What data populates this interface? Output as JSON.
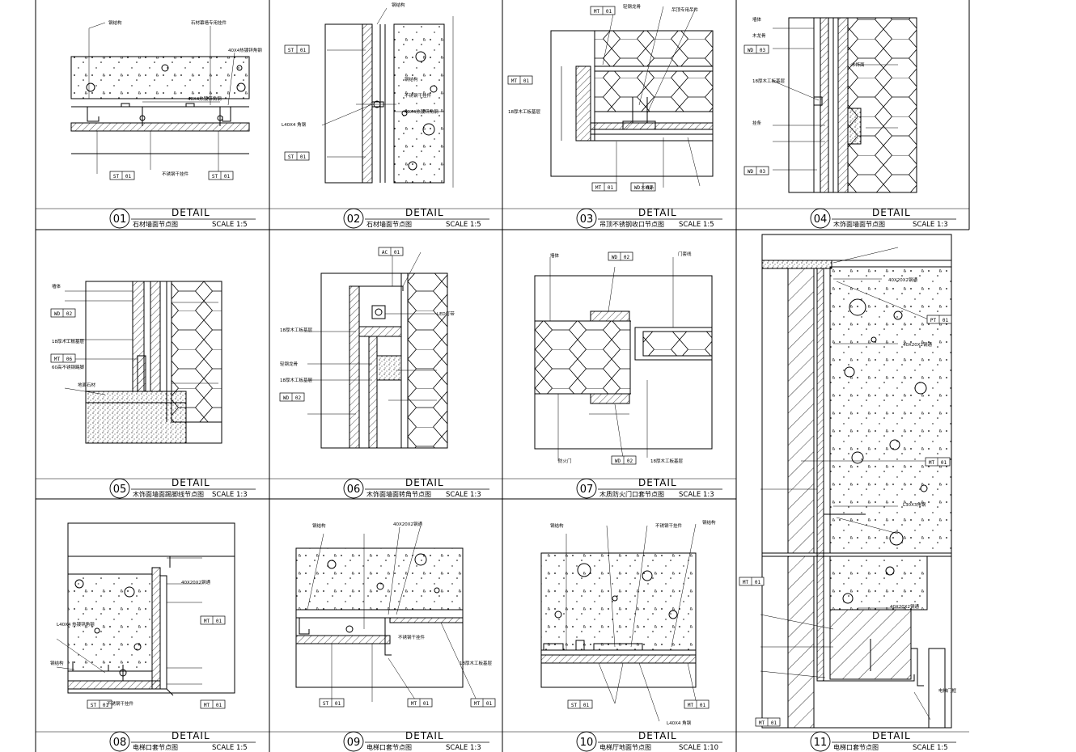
{
  "sheet": {
    "watermark": "",
    "line_color": "#000000",
    "paper_color": "#ffffff"
  },
  "details": [
    {
      "id": "01",
      "caption": "DETAIL",
      "title": "石材墙面节点图",
      "scale": "SCALE 1:5",
      "tags": [
        {
          "code": "ST",
          "no": "01"
        },
        {
          "code": "ST",
          "no": "01"
        }
      ],
      "leaders": [
        "钢结构",
        "石材幕墙专用挂件",
        "40X4热镀锌角钢",
        "40X4热镀锌角钢",
        "不锈钢干挂件"
      ]
    },
    {
      "id": "02",
      "caption": "DETAIL",
      "title": "石材墙面节点图",
      "scale": "SCALE 1:5",
      "tags": [
        {
          "code": "ST",
          "no": "01"
        },
        {
          "code": "ST",
          "no": "01"
        }
      ],
      "leaders": [
        "钢结构",
        "钢结构",
        "不锈钢干挂件",
        "40X4热镀锌角钢",
        "L40X4 角钢"
      ]
    },
    {
      "id": "03",
      "caption": "DETAIL",
      "title": "吊顶不锈钢收口节点图",
      "scale": "SCALE 1:5",
      "tags": [
        {
          "code": "MT",
          "no": "01"
        },
        {
          "code": "MT",
          "no": "01"
        },
        {
          "code": "MT",
          "no": "01"
        },
        {
          "code": "WD",
          "no": "02"
        }
      ],
      "leaders": [
        "轻钢龙骨",
        "吊顶专用吊件",
        "18厚木工板基层",
        "木线条"
      ]
    },
    {
      "id": "04",
      "caption": "DETAIL",
      "title": "木饰面墙面节点图",
      "scale": "SCALE 1:3",
      "tags": [
        {
          "code": "WD",
          "no": "03"
        },
        {
          "code": "WD",
          "no": "03"
        }
      ],
      "leaders": [
        "墙体",
        "木龙骨",
        "18厚木工板基层",
        "挂条",
        "木饰面"
      ]
    },
    {
      "id": "05",
      "caption": "DETAIL",
      "title": "木饰面墙面踢脚线节点图",
      "scale": "SCALE 1:3",
      "tags": [
        {
          "code": "WD",
          "no": "02"
        },
        {
          "code": "MT",
          "no": "06"
        }
      ],
      "leaders": [
        "墙体",
        "18厚木工板基层",
        "60高不锈钢踢脚",
        "地面石材"
      ]
    },
    {
      "id": "06",
      "caption": "DETAIL",
      "title": "木饰面墙面转角节点图",
      "scale": "SCALE 1:3",
      "tags": [
        {
          "code": "AC",
          "no": "01"
        },
        {
          "code": "WD",
          "no": "02"
        }
      ],
      "leaders": [
        "18厚木工板基层",
        "LED灯带",
        "轻钢龙骨",
        "18厚木工板基层"
      ]
    },
    {
      "id": "07",
      "caption": "DETAIL",
      "title": "木质防火门口套节点图",
      "scale": "SCALE 1:3",
      "tags": [
        {
          "code": "WD",
          "no": "02"
        },
        {
          "code": "WD",
          "no": "02"
        }
      ],
      "leaders": [
        "墙体",
        "门套线",
        "防火门",
        "18厚木工板基层"
      ]
    },
    {
      "id": "08",
      "caption": "DETAIL",
      "title": "电梯口套节点图",
      "scale": "SCALE 1:5",
      "tags": [
        {
          "code": "MT",
          "no": "01"
        },
        {
          "code": "ST",
          "no": "01"
        },
        {
          "code": "MT",
          "no": "01"
        }
      ],
      "leaders": [
        "40X20X2钢通",
        "L40X4 热镀锌角钢",
        "钢结构",
        "不锈钢干挂件"
      ]
    },
    {
      "id": "09",
      "caption": "DETAIL",
      "title": "电梯口套节点图",
      "scale": "SCALE 1:3",
      "tags": [
        {
          "code": "ST",
          "no": "01"
        },
        {
          "code": "MT",
          "no": "01"
        },
        {
          "code": "MT",
          "no": "01"
        }
      ],
      "leaders": [
        "钢结构",
        "40X20X2钢通",
        "不锈钢干挂件",
        "18厚木工板基层"
      ]
    },
    {
      "id": "10",
      "caption": "DETAIL",
      "title": "电梯厅地面节点图",
      "scale": "SCALE 1:10",
      "tags": [
        {
          "code": "ST",
          "no": "01"
        },
        {
          "code": "MT",
          "no": "01"
        }
      ],
      "leaders": [
        "钢结构",
        "不锈钢干挂件",
        "L40X4 角钢",
        "钢结构"
      ]
    },
    {
      "id": "11",
      "caption": "DETAIL",
      "title": "电梯口套节点图",
      "scale": "SCALE 1:5",
      "tags": [
        {
          "code": "PT",
          "no": "01"
        },
        {
          "code": "MT",
          "no": "01"
        },
        {
          "code": "MT",
          "no": "01"
        },
        {
          "code": "MT",
          "no": "01"
        }
      ],
      "leaders": [
        "40X20X2钢通",
        "40X20X2钢通",
        "L30X3角钢",
        "40X20X2钢通",
        "电梯门框"
      ]
    }
  ]
}
